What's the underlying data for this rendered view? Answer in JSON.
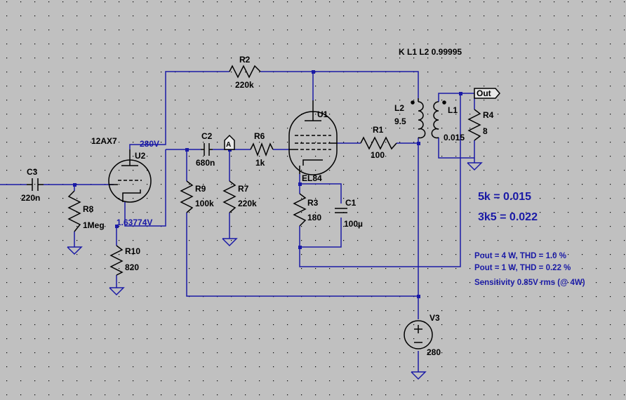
{
  "spice_directive": "K L1 L2 0.99995",
  "components": {
    "R2": {
      "name": "R2",
      "value": "220k"
    },
    "R6": {
      "name": "R6",
      "value": "1k"
    },
    "R1": {
      "name": "R1",
      "value": "100"
    },
    "R4": {
      "name": "R4",
      "value": "8"
    },
    "R9": {
      "name": "R9",
      "value": "100k"
    },
    "R7": {
      "name": "R7",
      "value": "220k"
    },
    "R8": {
      "name": "R8",
      "value": "1Meg"
    },
    "R10": {
      "name": "R10",
      "value": "820"
    },
    "R3": {
      "name": "R3",
      "value": "180"
    },
    "C1": {
      "name": "C1",
      "value": "100µ"
    },
    "C2": {
      "name": "C2",
      "value": "680n"
    },
    "C3": {
      "name": "C3",
      "value": "220n"
    },
    "L1": {
      "name": "L1",
      "value": "0.015"
    },
    "L2": {
      "name": "L2",
      "value": "9.5"
    },
    "U1": {
      "name": "U1",
      "value": "EL84"
    },
    "U2": {
      "name": "U2",
      "value": "12AX7"
    },
    "V3": {
      "name": "V3",
      "value": "280"
    }
  },
  "net_labels": {
    "out": "Out",
    "a": "A"
  },
  "voltages": {
    "plate": "280V",
    "cathode": "1.63774V"
  },
  "notes": {
    "ratio_5k": "5k = 0.015",
    "ratio_3k5": "3k5 = 0.022",
    "pout_4w": "Pout = 4 W, THD = 1.0 %",
    "pout_1w": "Pout = 1 W, THD = 0.22 %",
    "sensitivity": "Sensitivity 0.85V rms (@ 4W)"
  },
  "colors": {
    "background": "#c0c0c0",
    "wire": "#1a1aa6",
    "component": "#000000",
    "grid": "#000000"
  }
}
